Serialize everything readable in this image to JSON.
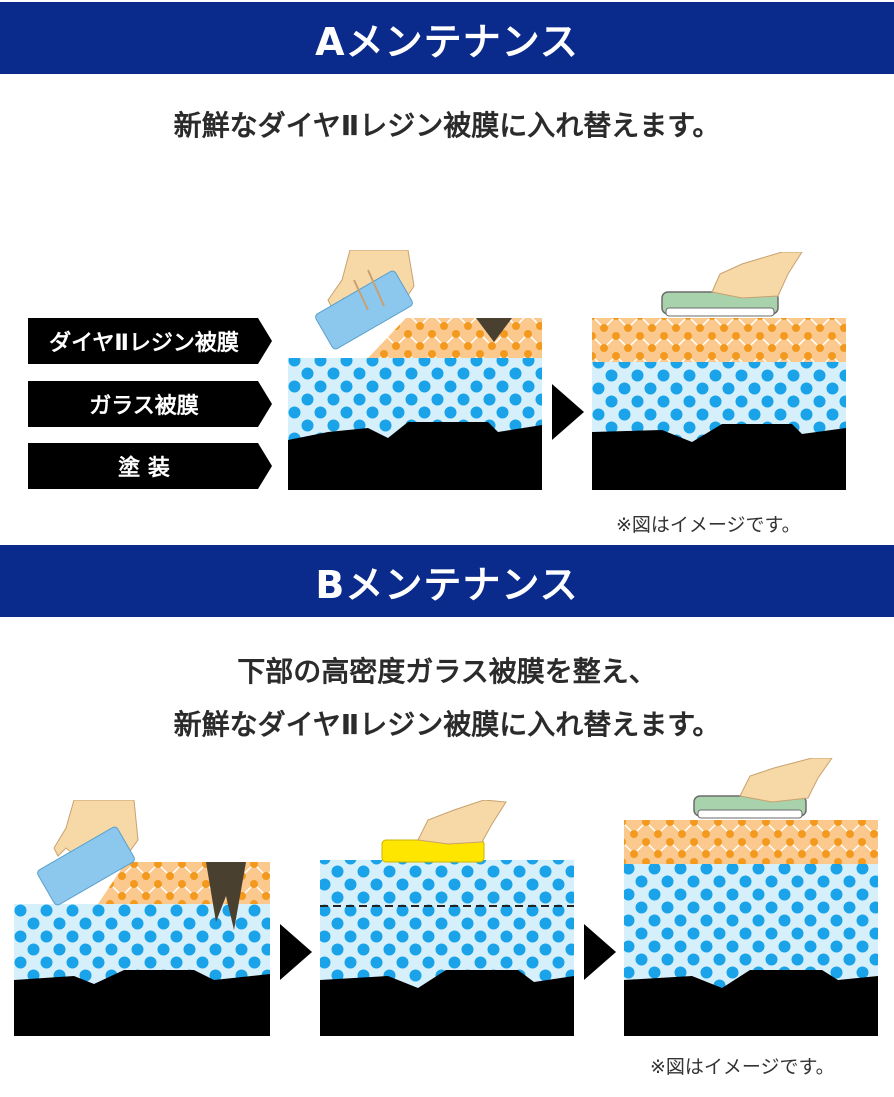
{
  "section_a": {
    "title": "Aメンテナンス",
    "description": "新鮮なダイヤⅡレジン被膜に入れ替えます。",
    "legend": [
      "ダイヤⅡレジン被膜",
      "ガラス被膜",
      "塗 装"
    ],
    "note": "※図はイメージです。"
  },
  "section_b": {
    "title": "Bメンテナンス",
    "description_line1": "下部の高密度ガラス被膜を整え、",
    "description_line2": "新鮮なダイヤⅡレジン被膜に入れ替えます。",
    "note": "※図はイメージです。"
  },
  "colors": {
    "banner": "#0a2a8c",
    "glass_layer": "#d6f0fb",
    "glass_dots": "#1aa3e8",
    "resin_layer": "#fbc98e",
    "resin_dots": "#f39a1e",
    "paint_layer": "#000000",
    "sponge_blue": "#8cc8ee",
    "sponge_yellow": "#ffe600",
    "sponge_green": "#a8d2ab",
    "hand": "#f6d9a6"
  },
  "icons": [
    "hand-icon",
    "sponge-icon",
    "arrow-right-icon"
  ]
}
